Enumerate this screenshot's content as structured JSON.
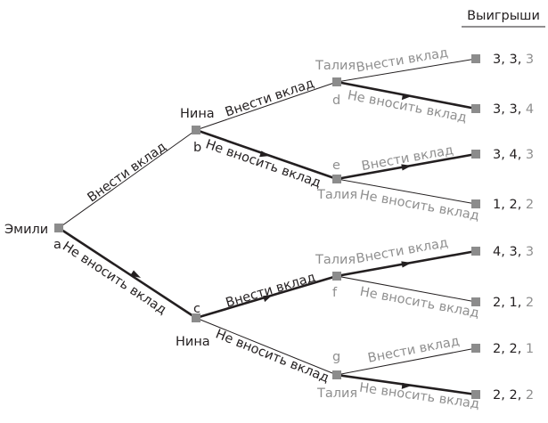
{
  "header": {
    "payoffs_title": "Выигрыши"
  },
  "players": {
    "emily": "Эмили",
    "nina": "Нина",
    "talia": "Талия"
  },
  "nodes": {
    "a": "a",
    "b": "b",
    "c": "c",
    "d": "d",
    "e": "e",
    "f": "f",
    "g": "g"
  },
  "actions": {
    "contribute": "Внести вклад",
    "not_contribute": "Не вносить вклад"
  },
  "payoffs": [
    [
      "3",
      "3",
      "3"
    ],
    [
      "3",
      "3",
      "4"
    ],
    [
      "3",
      "4",
      "3"
    ],
    [
      "1",
      "2",
      "2"
    ],
    [
      "4",
      "3",
      "3"
    ],
    [
      "2",
      "1",
      "2"
    ],
    [
      "2",
      "2",
      "1"
    ],
    [
      "2",
      "2",
      "2"
    ]
  ],
  "colors": {
    "ink": "#231f20",
    "grey_label": "#8f8f8f",
    "node": "#8c8c8c"
  }
}
